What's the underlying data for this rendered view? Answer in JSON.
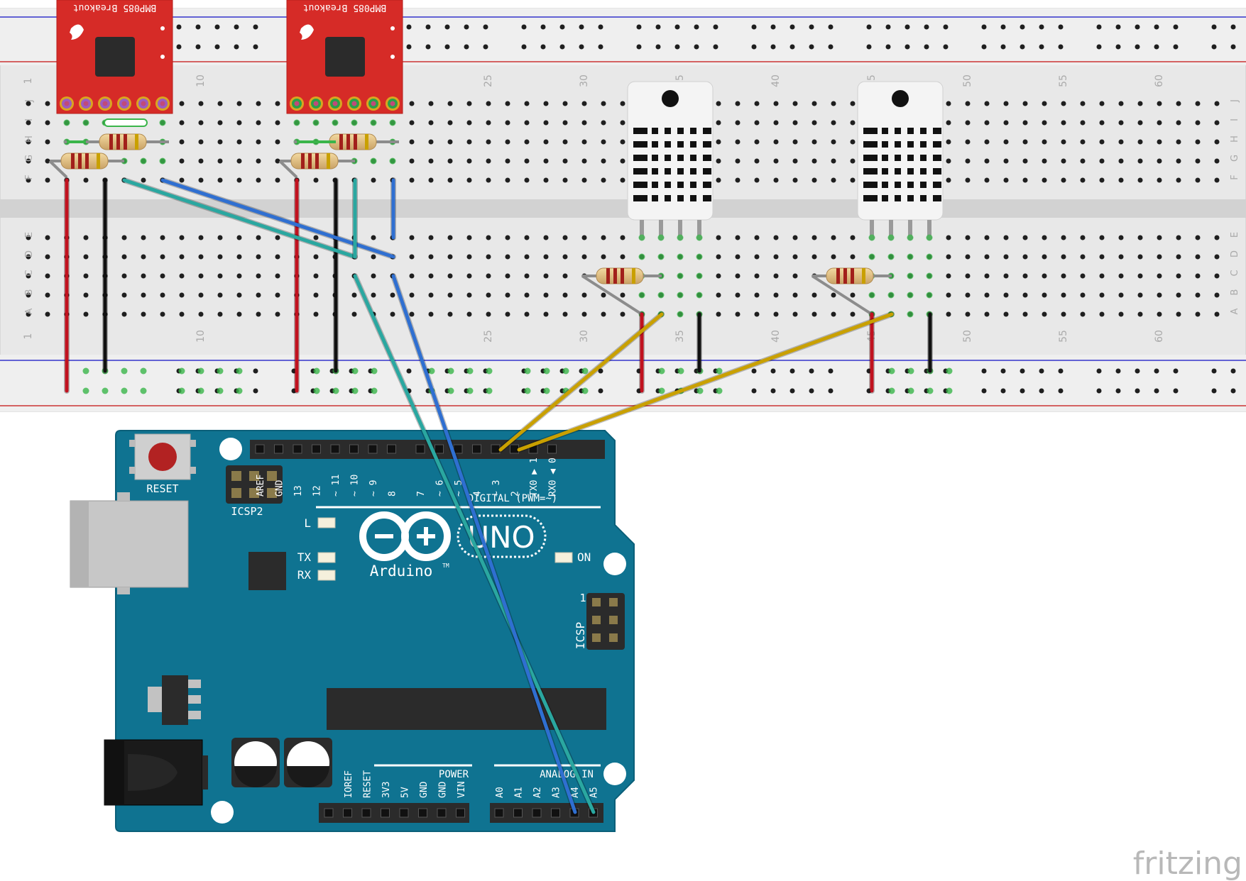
{
  "breadboard": {
    "row_letters_top": [
      "J",
      "I",
      "H",
      "G",
      "F"
    ],
    "row_letters_bottom": [
      "E",
      "D",
      "C",
      "B",
      "A"
    ],
    "column_numbers": [
      "1",
      "10",
      "25",
      "30",
      "35",
      "40",
      "45",
      "50",
      "55",
      "60"
    ]
  },
  "sensors": {
    "bmp085_1": "BMP085 Breakout",
    "bmp085_2": "BMP085 Breakout"
  },
  "arduino": {
    "reset_label": "RESET",
    "icsp2_label": "ICSP2",
    "icsp_label": "ICSP",
    "icsp_pin1": "1",
    "digital_label": "DIGITAL (PWM=~)",
    "digital_pins": [
      "AREF",
      "GND",
      "13",
      "12",
      "~ 11",
      "~ 10",
      "~ 9",
      "8",
      "7",
      "~ 6",
      "~ 5",
      "4",
      "~ 3",
      "2",
      "TX0 ▶ 1",
      "RX0 ◀ 0"
    ],
    "led_l": "L",
    "led_tx": "TX",
    "led_rx": "RX",
    "led_on": "ON",
    "uno_label": "UNO",
    "brand": "Arduino",
    "tm": "TM",
    "power_label": "POWER",
    "power_pins": [
      "IOREF",
      "RESET",
      "3V3",
      "5V",
      "GND",
      "GND",
      "VIN"
    ],
    "analog_label": "ANALOG IN",
    "analog_pins": [
      "A0",
      "A1",
      "A2",
      "A3",
      "A4",
      "A5"
    ]
  },
  "watermark": "fritzing",
  "colors": {
    "board_blue": "#0f7391",
    "breadboard": "#e6e6e6",
    "sparkfun_red": "#d62b27",
    "wire_red": "#c1121f",
    "wire_black": "#111111",
    "wire_blue": "#2f6fd1",
    "wire_green_blue": "#2aa7a0",
    "wire_yellow": "#c9a000"
  }
}
